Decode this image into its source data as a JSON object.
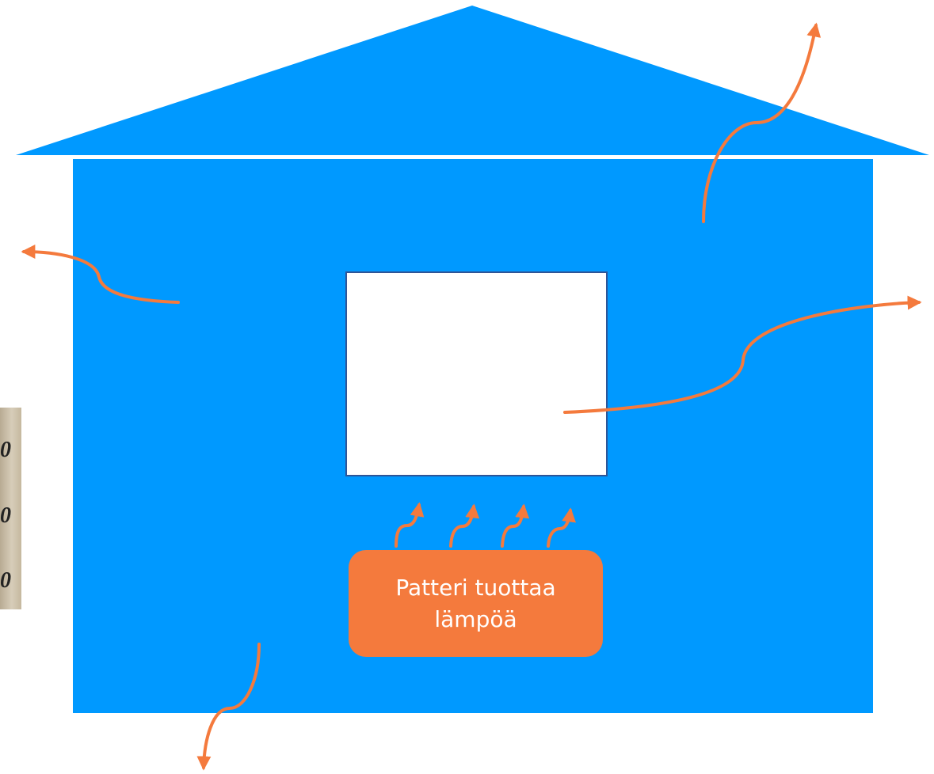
{
  "diagram": {
    "radiator": {
      "label": "Patteri tuottaa lämpöä"
    },
    "thermometer_labels": [
      "0",
      "0",
      "0"
    ],
    "colors": {
      "house": "#0099ff",
      "window_fill": "#ffffff",
      "window_border": "#2f5597",
      "radiator": "#f47a3d",
      "heat_arrow": "#f47a3d",
      "thermometer_background": "#c9bca5"
    },
    "icons": {
      "heat_arrow": "curved-arrow-icon",
      "radiator": "rounded-rectangle",
      "window": "rectangle"
    }
  }
}
